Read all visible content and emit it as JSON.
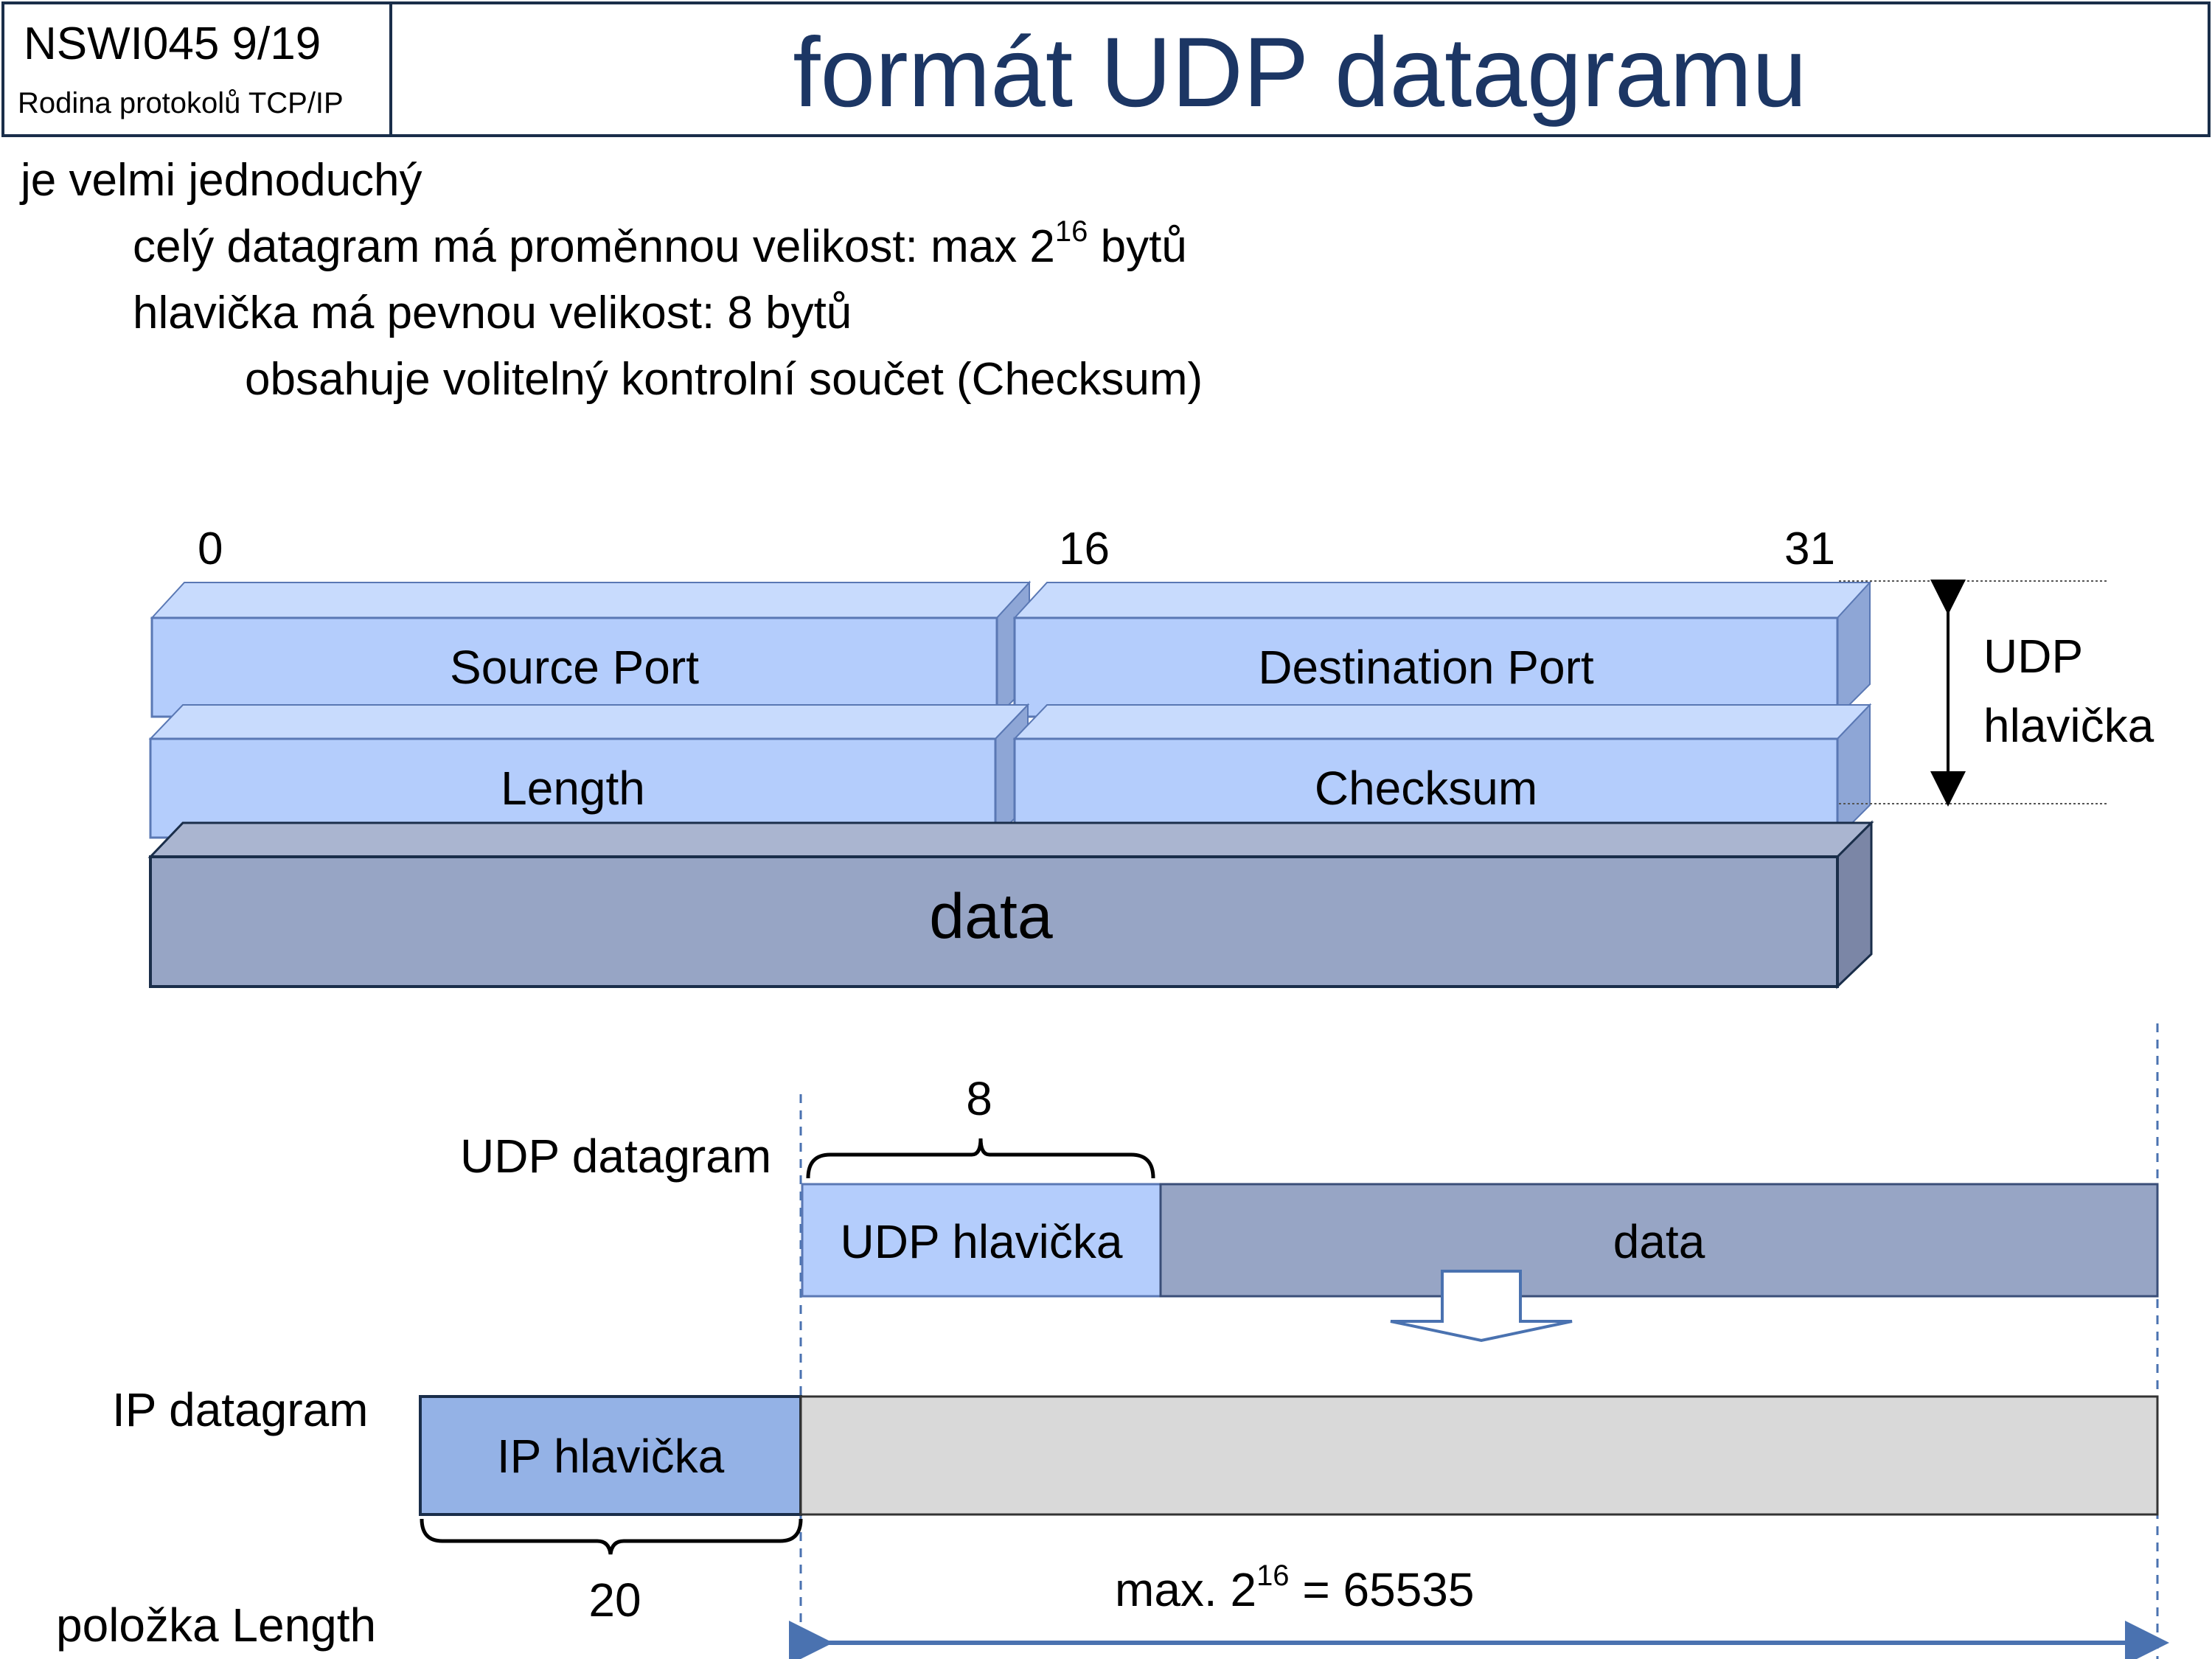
{
  "header": {
    "course_code": "NSWI045   9/19",
    "course_subtitle": "Rodina protokolů TCP/IP",
    "title": "formát UDP datagramu"
  },
  "bullets": {
    "b1": "je velmi jednoduchý",
    "b2_text": "celý datagram má proměnnou velikost: max 2",
    "b2_sup": "16",
    "b2_tail": " bytů",
    "b3": "hlavička má pevnou velikost: 8 bytů",
    "b4": "obsahuje volitelný kontrolní součet (Checksum)"
  },
  "header_diagram": {
    "bit_labels": [
      "0",
      "16",
      "31"
    ],
    "fields": [
      "Source Port",
      "Destination Port",
      "Length",
      "Checksum"
    ],
    "data_label": "data",
    "side_label_line1": "UDP",
    "side_label_line2": "hlavička"
  },
  "encapsulation": {
    "udp_label": "UDP datagram",
    "udp_header_size": "8",
    "udp_header_label": "UDP hlavička",
    "udp_data_label": "data",
    "ip_label": "IP datagram",
    "ip_header_label": "IP hlavička",
    "ip_header_size": "20",
    "length_field_label": "položka Length",
    "max_text": "max. 2",
    "max_sup": "16",
    "max_tail": " = 65535"
  },
  "colors": {
    "title": "#1c3664",
    "field_fill": "#b4cdfc",
    "data_fill": "#97a5c5",
    "ip_header_fill": "#94b2e6",
    "ip_body_fill": "#d9d9d9",
    "arrow_blue": "#4a72b0"
  }
}
